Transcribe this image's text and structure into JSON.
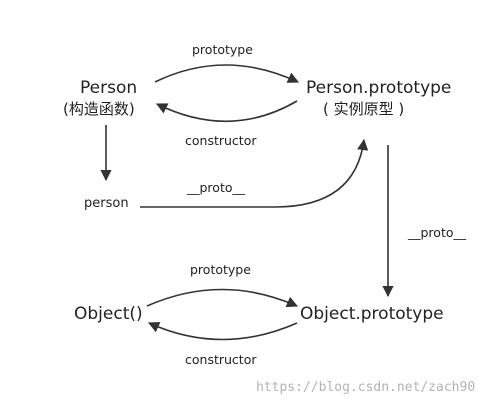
{
  "nodes": {
    "person_ctor": "Person",
    "person_ctor_sub": "(构造函数)",
    "person_proto": "Person.prototype",
    "person_proto_sub": "( 实例原型 )",
    "person_instance": "person",
    "object_ctor": "Object()",
    "object_proto": "Object.prototype"
  },
  "edges": {
    "prototype_top": "prototype",
    "constructor_top": "constructor",
    "proto_instance": "__proto__",
    "proto_chain": "__proto__",
    "prototype_bottom": "prototype",
    "constructor_bottom": "constructor"
  },
  "watermark": "https://blog.csdn.net/zach90",
  "colors": {
    "stroke": "#333333",
    "text": "#222222",
    "watermark": "#b3b3b3"
  }
}
